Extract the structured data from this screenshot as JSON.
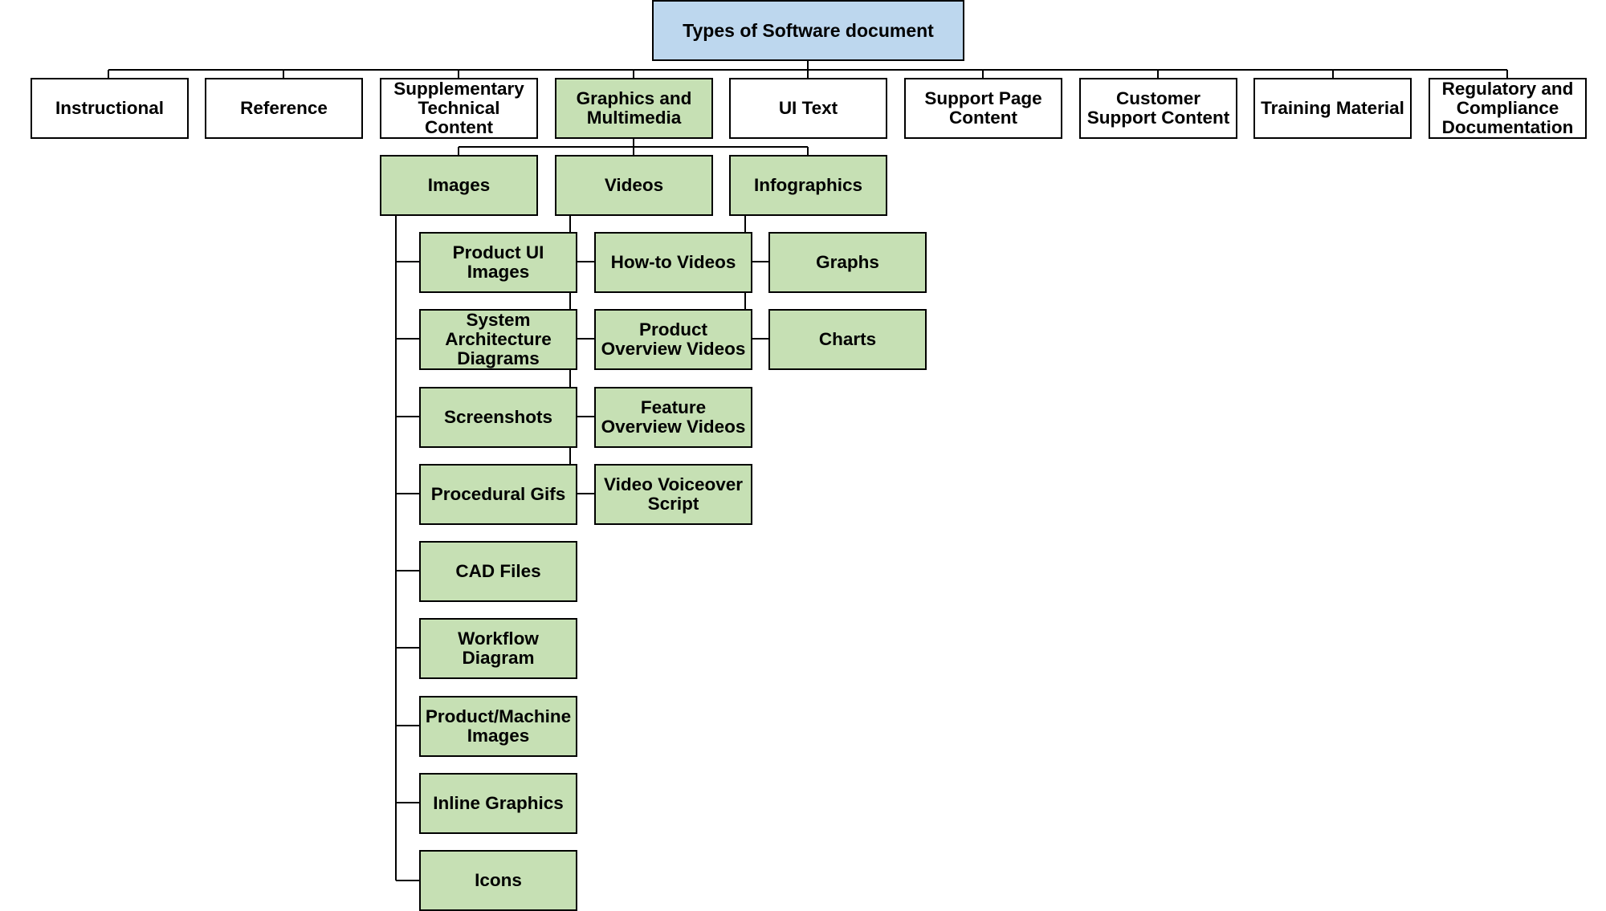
{
  "diagram": {
    "root": {
      "label": "Types of Software document",
      "color": "#bdd7ee"
    },
    "categories": [
      {
        "label": "Instructional"
      },
      {
        "label": "Reference"
      },
      {
        "label": "Supplementary Technical Content"
      },
      {
        "label": "Graphics and Multimedia",
        "color": "#c6e0b4"
      },
      {
        "label": "UI Text"
      },
      {
        "label": "Support Page Content"
      },
      {
        "label": "Customer Support Content"
      },
      {
        "label": "Training Material"
      },
      {
        "label": "Regulatory and Compliance Documentation"
      }
    ],
    "multimedia_groups": [
      {
        "label": "Images",
        "items": [
          "Product UI Images",
          "System Architecture Diagrams",
          "Screenshots",
          "Procedural Gifs",
          "CAD Files",
          "Workflow Diagram",
          "Product/Machine Images",
          "Inline Graphics",
          "Icons"
        ]
      },
      {
        "label": "Videos",
        "items": [
          "How-to Videos",
          "Product Overview Videos",
          "Feature Overview Videos",
          "Video Voiceover Script"
        ]
      },
      {
        "label": "Infographics",
        "items": [
          "Graphs",
          "Charts"
        ]
      }
    ],
    "colors": {
      "root_fill": "#bdd7ee",
      "multimedia_fill": "#c6e0b4",
      "default_fill": "#ffffff",
      "border": "#000000"
    }
  }
}
